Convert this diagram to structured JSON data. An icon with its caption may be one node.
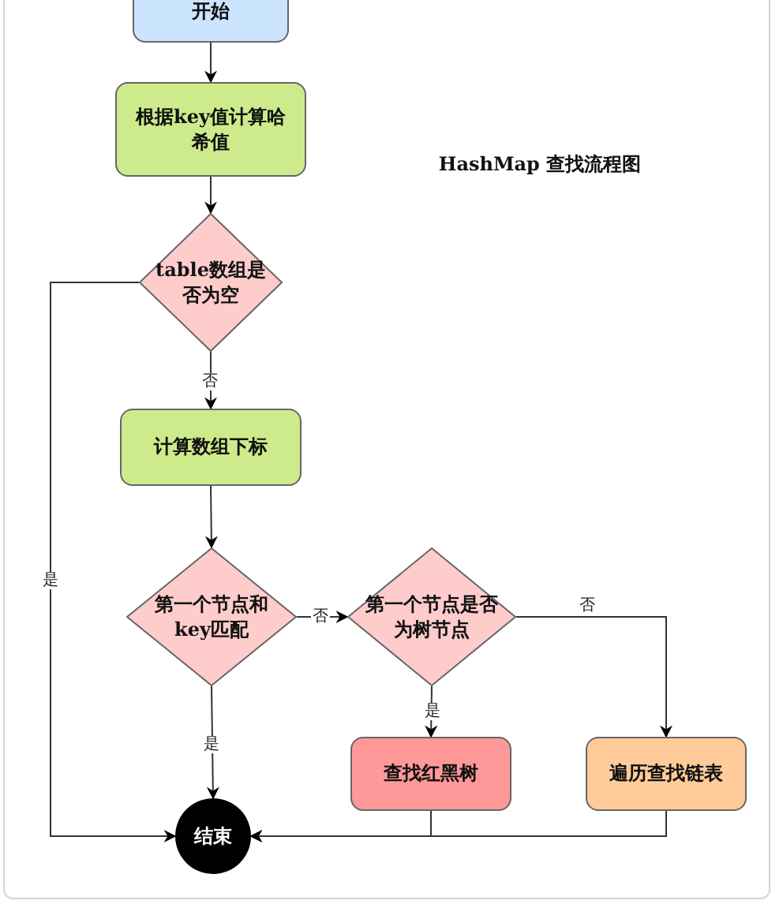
{
  "diagram": {
    "title": "HashMap 查找流程图",
    "nodes": [
      {
        "text": [
          "开始"
        ]
      },
      {
        "text": [
          "根据key值计算哈希值"
        ]
      },
      {
        "text": [
          "table数组是否为空"
        ]
      },
      {
        "text": [
          "计算数组下标"
        ]
      },
      {
        "text": [
          "第一个节点和key匹配"
        ]
      },
      {
        "text": [
          "第一个节点是否为树节点"
        ]
      },
      {
        "text": [
          "查找红黑树"
        ]
      },
      {
        "text": [
          "遍历查找链表"
        ]
      },
      {
        "text": [
          "结束"
        ]
      }
    ],
    "edges": [
      {
        "from": 0,
        "to": 1,
        "arrow": "to"
      },
      {
        "from": 1,
        "to": 2,
        "arrow": "to"
      },
      {
        "from": 2,
        "to": 3,
        "arrow": "to",
        "label": "否"
      },
      {
        "from": 2,
        "to": 8,
        "arrow": "to",
        "label": "是"
      },
      {
        "from": 3,
        "to": 4,
        "arrow": "to"
      },
      {
        "from": 4,
        "to": 8,
        "arrow": "to",
        "label": "是"
      },
      {
        "from": 4,
        "to": 5,
        "arrow": "to",
        "label": "否"
      },
      {
        "from": 5,
        "to": 6,
        "arrow": "to",
        "label": "是"
      },
      {
        "from": 5,
        "to": 7,
        "arrow": "to",
        "label": "否"
      },
      {
        "from": 6,
        "to": 8,
        "arrow": "to"
      },
      {
        "from": 7,
        "to": 8,
        "arrow": "to"
      }
    ]
  }
}
